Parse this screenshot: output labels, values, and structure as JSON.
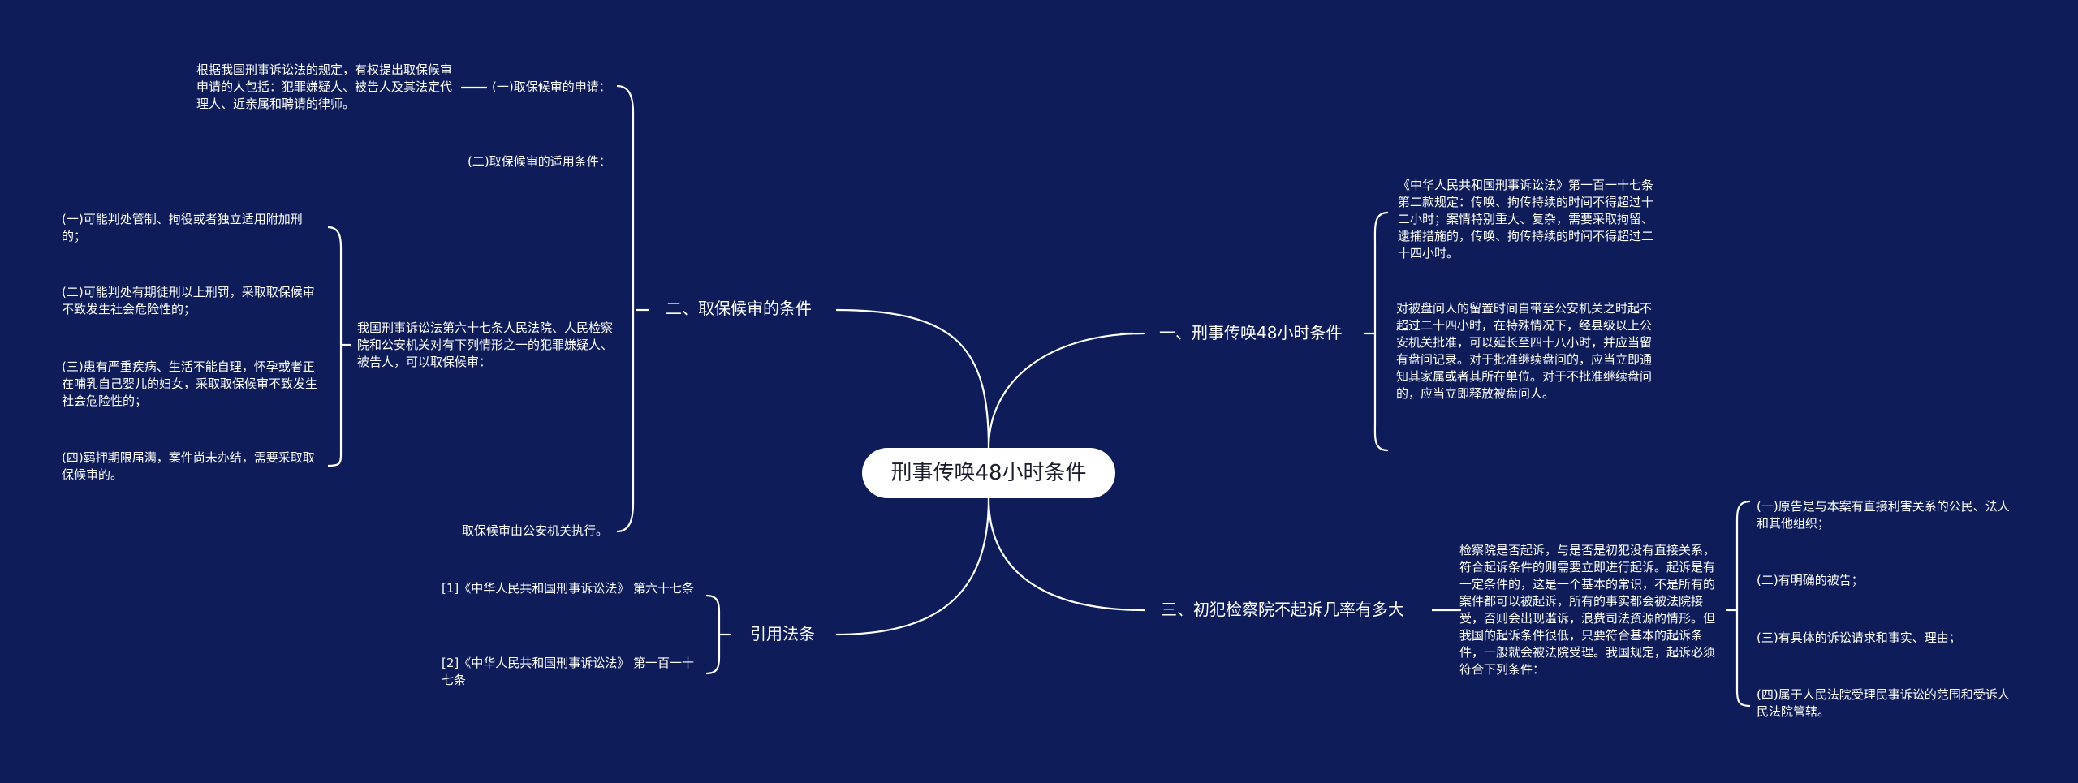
{
  "root": "刑事传唤48小时条件",
  "branches": {
    "b1": {
      "label": "一、刑事传唤48小时条件",
      "items": [
        "《中华人民共和国刑事诉讼法》第一百一十七条第二款规定：传唤、拘传持续的时间不得超过十二小时；案情特别重大、复杂，需要采取拘留、逮捕措施的，传唤、拘传持续的时间不得超过二十四小时。",
        "对被盘问人的留置时间自带至公安机关之时起不超过二十四小时，在特殊情况下，经县级以上公安机关批准，可以延长至四十八小时，并应当留有盘问记录。对于批准继续盘问的，应当立即通知其家属或者其所在单位。对于不批准继续盘问的，应当立即释放被盘问人。"
      ]
    },
    "b2": {
      "label": "二、取保候审的条件",
      "sub1": "(一)取保候审的申请：",
      "sub1_detail": "根据我国刑事诉讼法的规定，有权提出取保候审申请的人包括：犯罪嫌疑人、被告人及其法定代理人、近亲属和聘请的律师。",
      "sub2": "(二)取保候审的适用条件：",
      "sub2_detail": "我国刑事诉讼法第六十七条人民法院、人民检察院和公安机关对有下列情形之一的犯罪嫌疑人、被告人，可以取保候审：",
      "conditions": [
        "(一)可能判处管制、拘役或者独立适用附加刑的；",
        "(二)可能判处有期徒刑以上刑罚，采取取保候审不致发生社会危险性的；",
        "(三)患有严重疾病、生活不能自理，怀孕或者正在哺乳自己婴儿的妇女，采取取保候审不致发生社会危险性的；",
        "(四)羁押期限届满，案件尚未办结，需要采取取保候审的。"
      ],
      "sub3": "取保候审由公安机关执行。"
    },
    "b3": {
      "label": "三、初犯检察院不起诉几率有多大",
      "detail": "检察院是否起诉，与是否是初犯没有直接关系，符合起诉条件的则需要立即进行起诉。起诉是有一定条件的，这是一个基本的常识，不是所有的案件都可以被起诉，所有的事实都会被法院接受，否则会出现滥诉，浪费司法资源的情形。但我国的起诉条件很低，只要符合基本的起诉条件，一般就会被法院受理。我国规定，起诉必须符合下列条件：",
      "conditions": [
        "(一)原告是与本案有直接利害关系的公民、法人和其他组织；",
        "(二)有明确的被告；",
        "(三)有具体的诉讼请求和事实、理由；",
        "(四)属于人民法院受理民事诉讼的范围和受诉人民法院管辖。"
      ]
    },
    "b4": {
      "label": "引用法条",
      "items": [
        "[1]《中华人民共和国刑事诉讼法》 第六十七条",
        "[2]《中华人民共和国刑事诉讼法》 第一百一十七条"
      ]
    }
  },
  "colors": {
    "background": "#0e1d5a",
    "line": "#ffffff",
    "root_fill": "#ffffff",
    "root_text": "#1c1c2e"
  }
}
